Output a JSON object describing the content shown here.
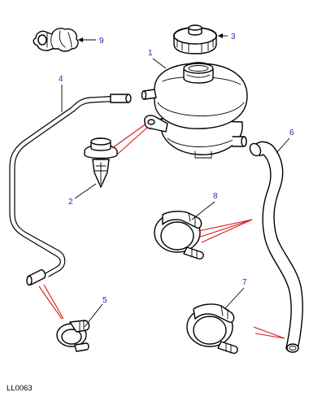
{
  "diagram": {
    "reference": "LL0063",
    "callouts": [
      {
        "id": "c1",
        "label": "1"
      },
      {
        "id": "c2",
        "label": "2"
      },
      {
        "id": "c3",
        "label": "3"
      },
      {
        "id": "c4",
        "label": "4"
      },
      {
        "id": "c5",
        "label": "5"
      },
      {
        "id": "c6",
        "label": "6"
      },
      {
        "id": "c7",
        "label": "7"
      },
      {
        "id": "c8",
        "label": "8"
      },
      {
        "id": "c9",
        "label": "9"
      }
    ],
    "colors": {
      "callout_text": "#1a2bb5",
      "red_leader": "#d41a1a",
      "line": "#000000"
    }
  }
}
